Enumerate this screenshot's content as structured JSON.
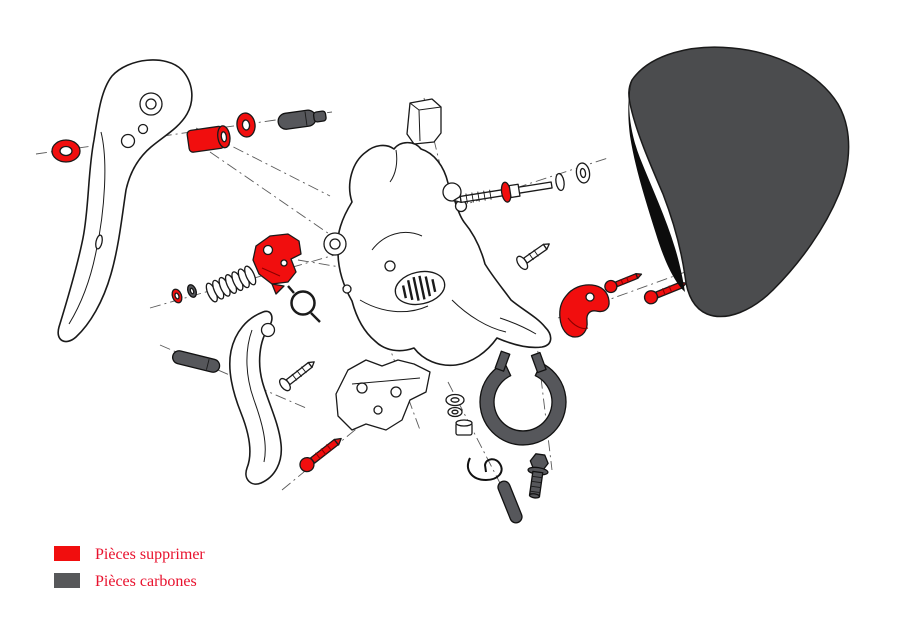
{
  "diagram": {
    "kind": "exploded-parts-diagram",
    "subject": "road bike brake/shift lever assembly",
    "colors": {
      "background": "#ffffff",
      "outline": "#1a1a1a",
      "highlight_red": "#f10e0e",
      "part_gray": "#56575b",
      "hood_gray": "#4b4c4e",
      "hood_black": "#0c0c0c"
    },
    "parts": [
      {
        "name": "brake-lever-blade",
        "finish": "outline"
      },
      {
        "name": "pivot-grommet",
        "finish": "red"
      },
      {
        "name": "pivot-bushing",
        "finish": "red"
      },
      {
        "name": "pivot-washer",
        "finish": "red"
      },
      {
        "name": "pivot-pin",
        "finish": "gray"
      },
      {
        "name": "top-cap",
        "finish": "outline"
      },
      {
        "name": "lever-body",
        "finish": "outline"
      },
      {
        "name": "adjuster-bolt",
        "finish": "outline-with-red-flange"
      },
      {
        "name": "shift-bracket",
        "finish": "red"
      },
      {
        "name": "return-spring",
        "finish": "outline"
      },
      {
        "name": "spring-washer-red",
        "finish": "red"
      },
      {
        "name": "spring-washer-gray",
        "finish": "gray"
      },
      {
        "name": "torsion-spring",
        "finish": "outline"
      },
      {
        "name": "secondary-lever",
        "finish": "outline"
      },
      {
        "name": "lower-pin",
        "finish": "gray"
      },
      {
        "name": "mounting-plate",
        "finish": "outline"
      },
      {
        "name": "screw-white-left",
        "finish": "outline"
      },
      {
        "name": "screw-red-left",
        "finish": "red"
      },
      {
        "name": "screw-white-right",
        "finish": "outline"
      },
      {
        "name": "release-lever",
        "finish": "red"
      },
      {
        "name": "screw-red-right-1",
        "finish": "red"
      },
      {
        "name": "screw-red-right-2",
        "finish": "red"
      },
      {
        "name": "washer-stack",
        "finish": "outline"
      },
      {
        "name": "small-cylinder",
        "finish": "outline"
      },
      {
        "name": "wire-clip",
        "finish": "outline"
      },
      {
        "name": "clamp-band",
        "finish": "gray"
      },
      {
        "name": "clamp-bolt",
        "finish": "gray"
      },
      {
        "name": "clamp-pin",
        "finish": "gray"
      },
      {
        "name": "hood-cover",
        "finish": "gray-black"
      }
    ]
  },
  "legend": {
    "text_color": "#e8112d",
    "items": [
      {
        "label": "Pièces supprimer",
        "color": "#f10e0e"
      },
      {
        "label": "Pièces carbones",
        "color": "#57585a"
      }
    ]
  }
}
